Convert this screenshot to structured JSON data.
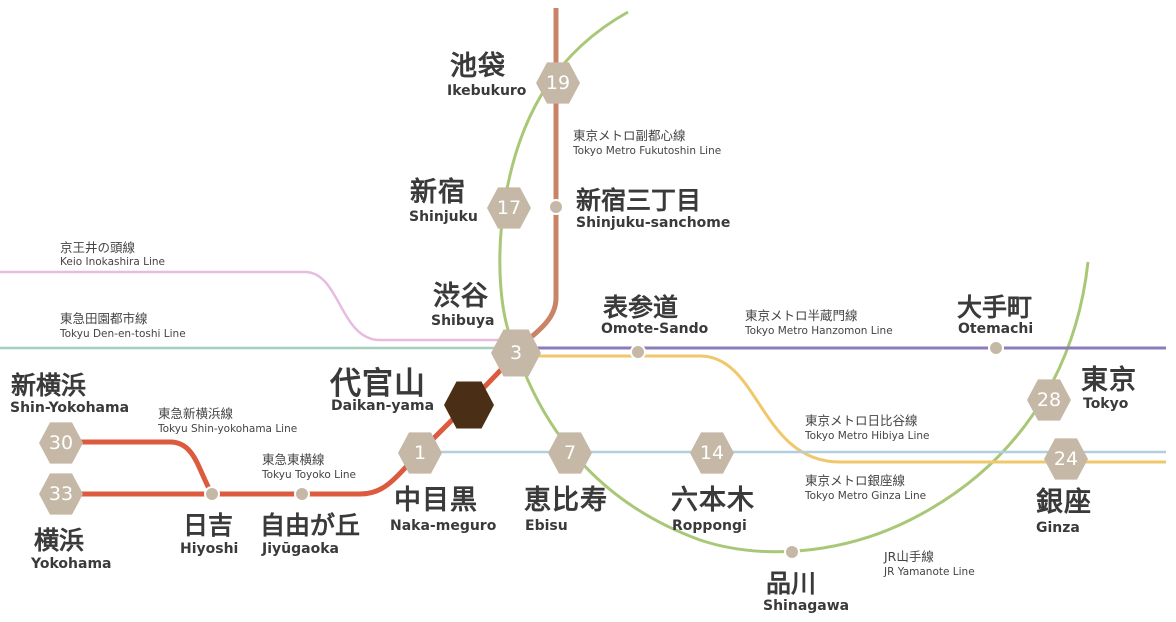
{
  "lines": {
    "fukutoshin": {
      "jp": "東京メトロ副都心線",
      "en": "Tokyo Metro Fukutoshin Line",
      "color": "#c97a5e"
    },
    "inokashira": {
      "jp": "京王井の頭線",
      "en": "Keio Inokashira Line",
      "color": "#e2b3da"
    },
    "denentoshi": {
      "jp": "東急田園都市線",
      "en": "Tokyu Den-en-toshi Line",
      "color": "#9fc7b8"
    },
    "hanzomon": {
      "jp": "東京メトロ半蔵門線",
      "en": "Tokyo Metro Hanzomon Line",
      "color": "#8a79b8"
    },
    "hibiya": {
      "jp": "東京メトロ日比谷線",
      "en": "Tokyo Metro Hibiya Line",
      "color": "#a9c6d8"
    },
    "ginza": {
      "jp": "東京メトロ銀座線",
      "en": "Tokyo Metro Ginza Line",
      "color": "#efc566"
    },
    "yamanote": {
      "jp": "JR山手線",
      "en": "JR Yamanote Line",
      "color": "#a3c46a"
    },
    "shinyokohama": {
      "jp": "東急新横浜線",
      "en": "Tokyu Shin-yokohama Line",
      "color": "#db5b3f"
    },
    "toyoko": {
      "jp": "東急東横線",
      "en": "Tokyu Toyoko Line",
      "color": "#db5b3f"
    }
  },
  "stations": {
    "ikebukuro": {
      "jp": "池袋",
      "en": "Ikebukuro",
      "minutes": "19"
    },
    "shinjuku": {
      "jp": "新宿",
      "en": "Shinjuku",
      "minutes": "17"
    },
    "shinjukusanchome": {
      "jp": "新宿三丁目",
      "en": "Shinjuku-sanchome"
    },
    "shibuya": {
      "jp": "渋谷",
      "en": "Shibuya",
      "minutes": "3"
    },
    "omotesando": {
      "jp": "表参道",
      "en": "Omote-Sando"
    },
    "otemachi": {
      "jp": "大手町",
      "en": "Otemachi"
    },
    "daikanyama": {
      "jp": "代官山",
      "en": "Daikan-yama"
    },
    "shinyokohama": {
      "jp": "新横浜",
      "en": "Shin-Yokohama",
      "minutes": "30"
    },
    "yokohama": {
      "jp": "横浜",
      "en": "Yokohama",
      "minutes": "33"
    },
    "hiyoshi": {
      "jp": "日吉",
      "en": "Hiyoshi"
    },
    "jiyugaoka": {
      "jp": "自由が丘",
      "en": "Jiyūgaoka"
    },
    "nakameguro": {
      "jp": "中目黒",
      "en": "Naka-meguro",
      "minutes": "1"
    },
    "ebisu": {
      "jp": "恵比寿",
      "en": "Ebisu",
      "minutes": "7"
    },
    "roppongi": {
      "jp": "六本木",
      "en": "Roppongi",
      "minutes": "14"
    },
    "shinagawa": {
      "jp": "品川",
      "en": "Shinagawa"
    },
    "tokyo": {
      "jp": "東京",
      "en": "Tokyo",
      "minutes": "28"
    },
    "ginza": {
      "jp": "銀座",
      "en": "Ginza",
      "minutes": "24"
    }
  }
}
